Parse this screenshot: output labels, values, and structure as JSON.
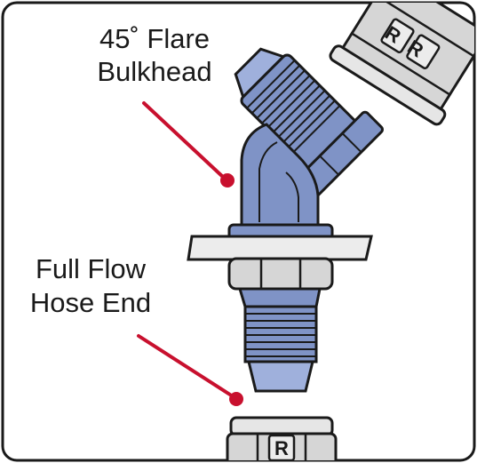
{
  "labels": {
    "top_line1": "45˚ Flare",
    "top_line2": "Bulkhead",
    "bottom_line1": "Full Flow",
    "bottom_line2": "Hose End"
  },
  "logos": {
    "nut_top": "RR",
    "nut_bottom": "R"
  },
  "colors": {
    "fitting_blue": "#7f93c6",
    "fitting_blue_light": "#9fb0dc",
    "steel_gray": "#d6d6d6",
    "steel_light": "#ececec",
    "outline": "#1a1a1a",
    "leader_red": "#c8102e",
    "frame": "#1a1a1a"
  },
  "icons": [
    "red-dot-marker",
    "brand-logo"
  ]
}
